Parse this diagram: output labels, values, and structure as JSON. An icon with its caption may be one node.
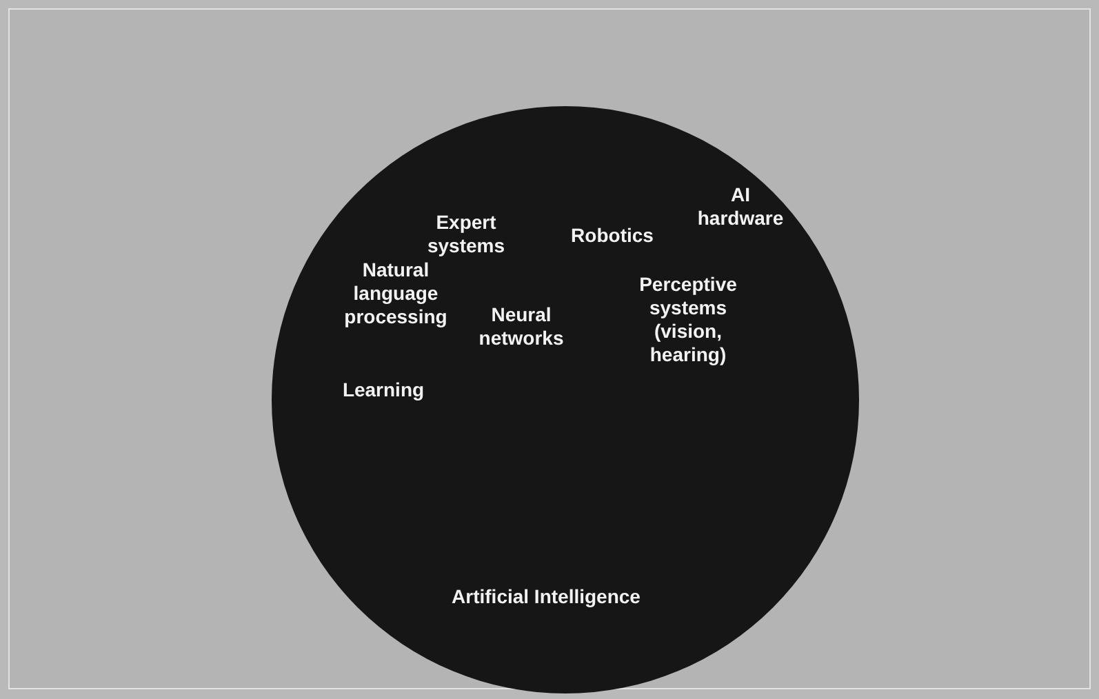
{
  "diagram": {
    "nodes": [
      {
        "text": [
          "Expert systems",
          "AI hardware",
          "Robotics",
          "Natural language processing",
          "Neural networks",
          "Perceptive systems (vision, hearing)",
          "Learning",
          "Artificial Intelligence"
        ]
      }
    ]
  }
}
